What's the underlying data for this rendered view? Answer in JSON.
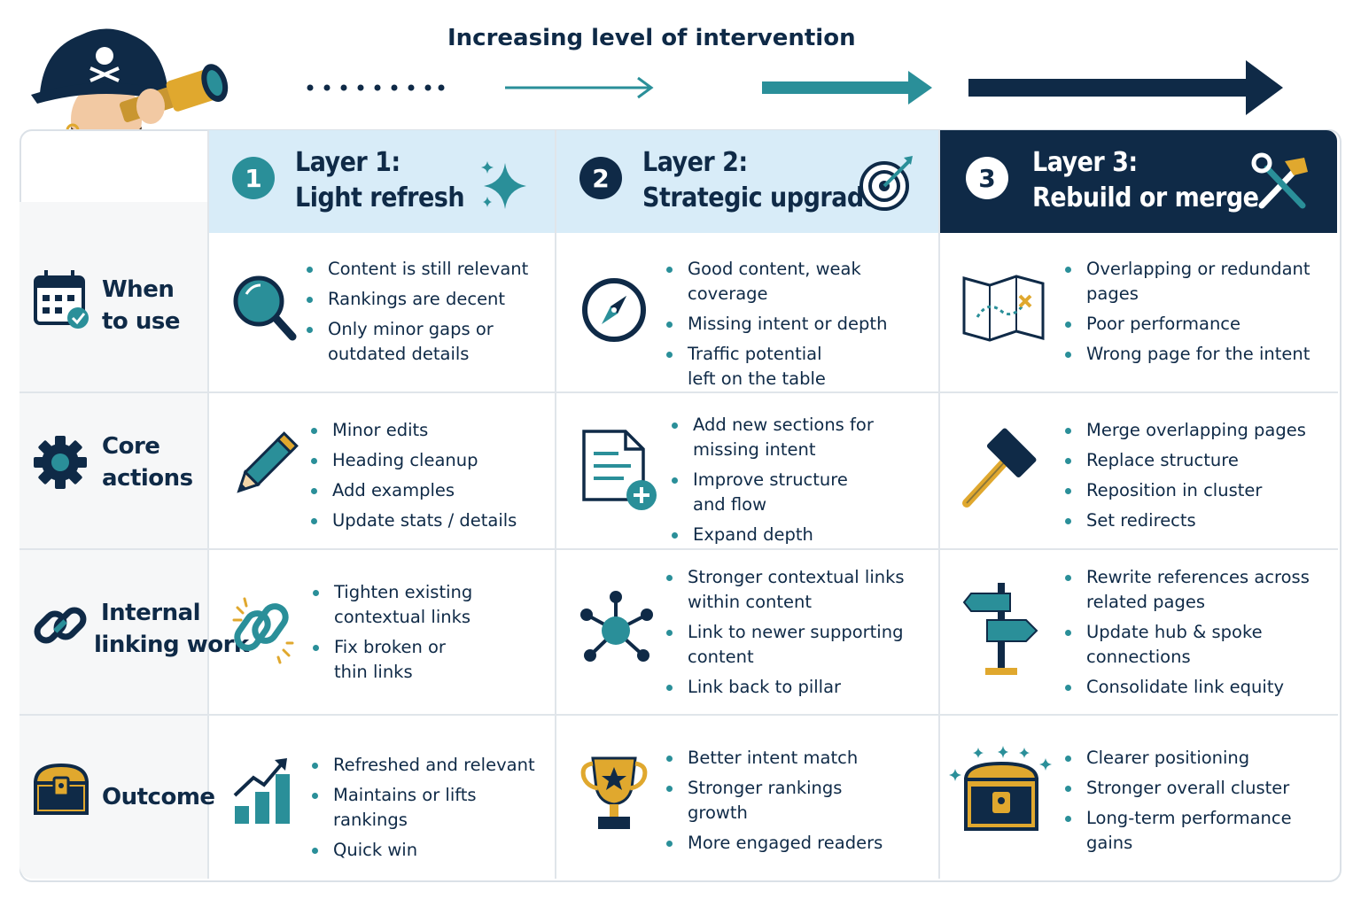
{
  "header": {
    "title": "Increasing level of intervention"
  },
  "layers": [
    {
      "number": "1",
      "line1": "Layer 1:",
      "line2": "Light refresh"
    },
    {
      "number": "2",
      "line1": "Layer 2:",
      "line2": "Strategic upgrade"
    },
    {
      "number": "3",
      "line1": "Layer 3:",
      "line2": "Rebuild or merge"
    }
  ],
  "rows": [
    {
      "line1": "When",
      "line2": "to use",
      "icon": "calendar-check-icon"
    },
    {
      "line1": "Core",
      "line2": "actions",
      "icon": "gear-icon"
    },
    {
      "line1": "Internal",
      "line2": "linking work",
      "icon": "link-icon"
    },
    {
      "line1": "Outcome",
      "line2": "",
      "icon": "treasure-chest-icon"
    }
  ],
  "cells": {
    "when_l1": [
      "Content is still relevant",
      "Rankings are decent",
      "Only minor gaps or\noutdated details"
    ],
    "when_l2": [
      "Good content, weak coverage",
      "Missing intent or depth",
      "Traffic potential\nleft on the table"
    ],
    "when_l3": [
      "Overlapping or redundant\npages",
      "Poor performance",
      "Wrong page for the intent"
    ],
    "actions_l1": [
      "Minor edits",
      "Heading cleanup",
      "Add examples",
      "Update stats / details"
    ],
    "actions_l2": [
      "Add new sections for\nmissing intent",
      "Improve structure\nand flow",
      "Expand depth"
    ],
    "actions_l3": [
      "Merge overlapping pages",
      "Replace structure",
      "Reposition in cluster",
      "Set redirects"
    ],
    "links_l1": [
      "Tighten existing\ncontextual links",
      "Fix broken or\nthin links"
    ],
    "links_l2": [
      "Stronger contextual links\nwithin content",
      "Link to newer supporting\ncontent",
      "Link back to pillar"
    ],
    "links_l3": [
      "Rewrite references across\nrelated pages",
      "Update hub & spoke\nconnections",
      "Consolidate link equity"
    ],
    "outcome_l1": [
      "Refreshed and relevant",
      "Maintains or lifts rankings",
      "Quick win"
    ],
    "outcome_l2": [
      "Better intent match",
      "Stronger rankings\ngrowth",
      "More engaged readers"
    ],
    "outcome_l3": [
      "Clearer positioning",
      "Stronger overall cluster",
      "Long-term performance\ngains"
    ]
  },
  "colors": {
    "navy": "#0f2a47",
    "teal": "#2a8f99",
    "light_blue": "#d8ecf8",
    "gold": "#e0a82e"
  }
}
